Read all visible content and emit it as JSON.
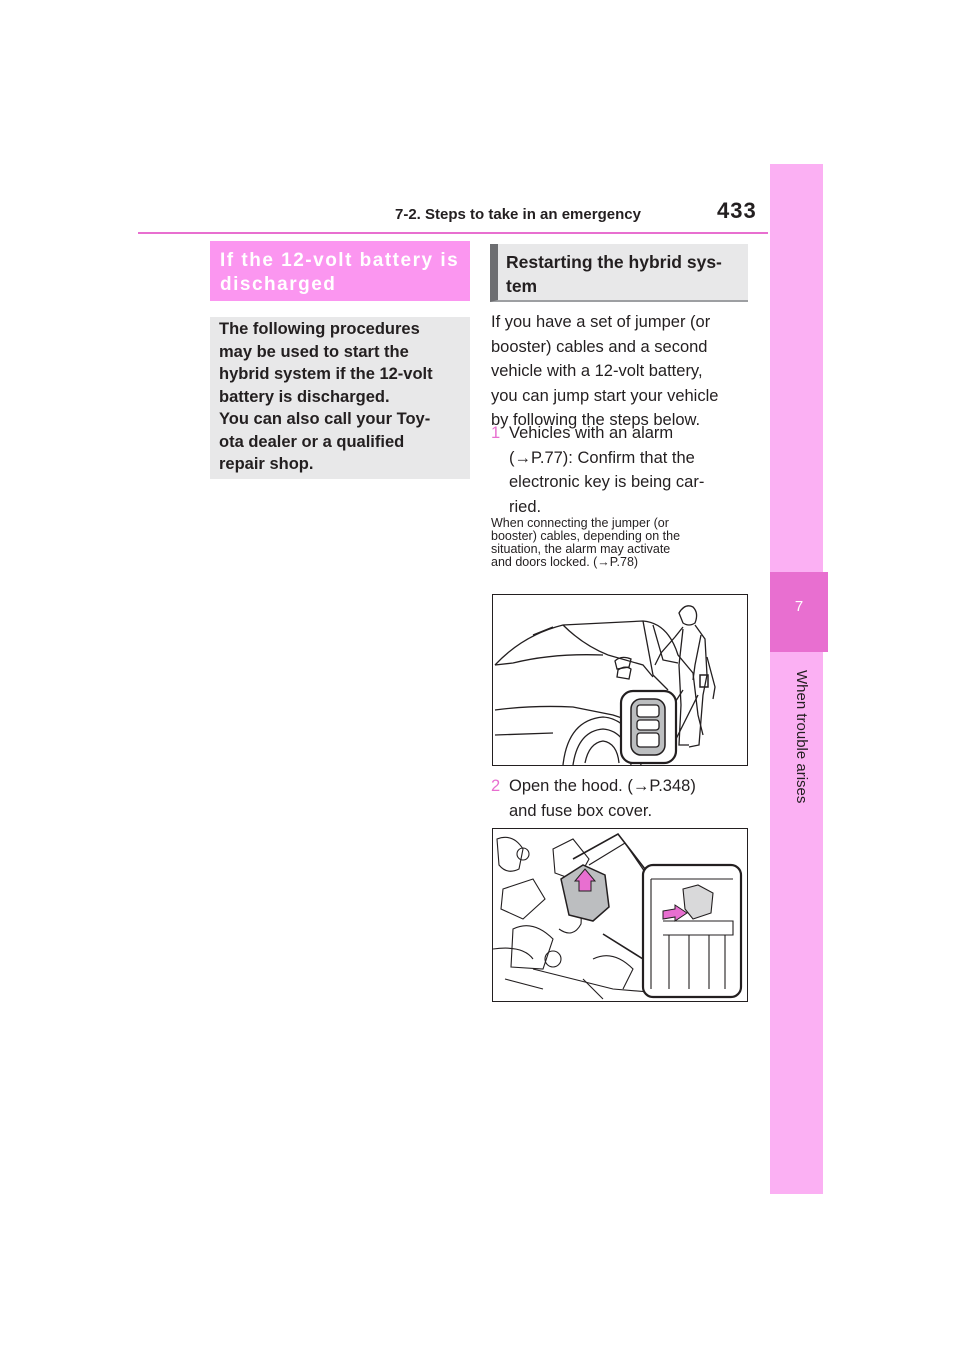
{
  "header": {
    "section_title": "7-2. Steps to take in an emergency",
    "page_number": "433"
  },
  "side_tab": {
    "chapter_number": "7",
    "chapter_title": "When trouble arises",
    "color": "#fbb0f3",
    "accent_color": "#e86fd0"
  },
  "left_column": {
    "heading_lines": [
      "If the 12-volt battery is",
      "discharged"
    ],
    "box_lines": [
      "The following procedures",
      "may be used to start the",
      "hybrid system if the 12-volt",
      "battery is discharged.",
      "You can also call your Toy-",
      "ota dealer or a qualified",
      "repair shop."
    ]
  },
  "right_column": {
    "heading_lines": [
      "Restarting the hybrid sys-",
      "tem"
    ],
    "intro_lines": [
      "If you have a set of jumper (or",
      "booster) cables and a second",
      "vehicle with a 12-volt battery,",
      "you can jump start your vehicle",
      "by following the steps below."
    ],
    "step1": {
      "number": "1",
      "lines": [
        "Vehicles with an alarm",
        "(→P.77): Confirm that the",
        "electronic key is being car-",
        "ried."
      ]
    },
    "note_lines": [
      "When connecting the jumper (or",
      "booster) cables, depending on the",
      "situation, the alarm may activate",
      "and doors locked. (→P.78)"
    ],
    "step2": {
      "number": "2",
      "lines": [
        "Open the hood. (→P.348)",
        "and fuse box cover."
      ]
    }
  }
}
